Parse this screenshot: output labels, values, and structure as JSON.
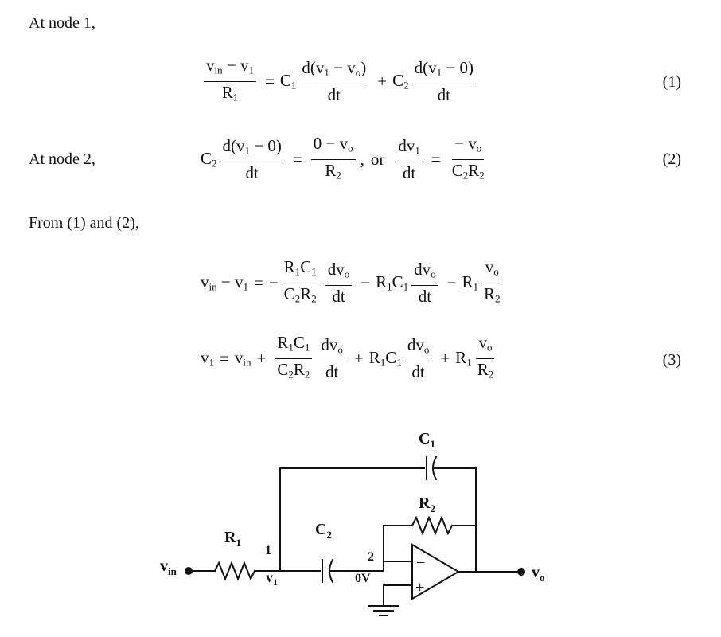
{
  "text": {
    "node1": "At node 1,",
    "node2": "At node 2,",
    "from12": "From (1) and (2),",
    "eqno1": "(1)",
    "eqno2": "(2)",
    "eqno3": "(3)",
    "or": "or"
  },
  "circuit": {
    "labels": {
      "c1": "C",
      "c1_sub": "1",
      "r2": "R",
      "r2_sub": "2",
      "r1": "R",
      "r1_sub": "1",
      "c2": "C",
      "c2_sub": "2",
      "vin": "v",
      "vin_sub": "in",
      "vo": "v",
      "vo_sub": "o",
      "node1": "1",
      "node2": "2",
      "v1": "v",
      "v1_sub": "1",
      "zero_v": "0V",
      "minus": "−",
      "plus": "+"
    }
  }
}
